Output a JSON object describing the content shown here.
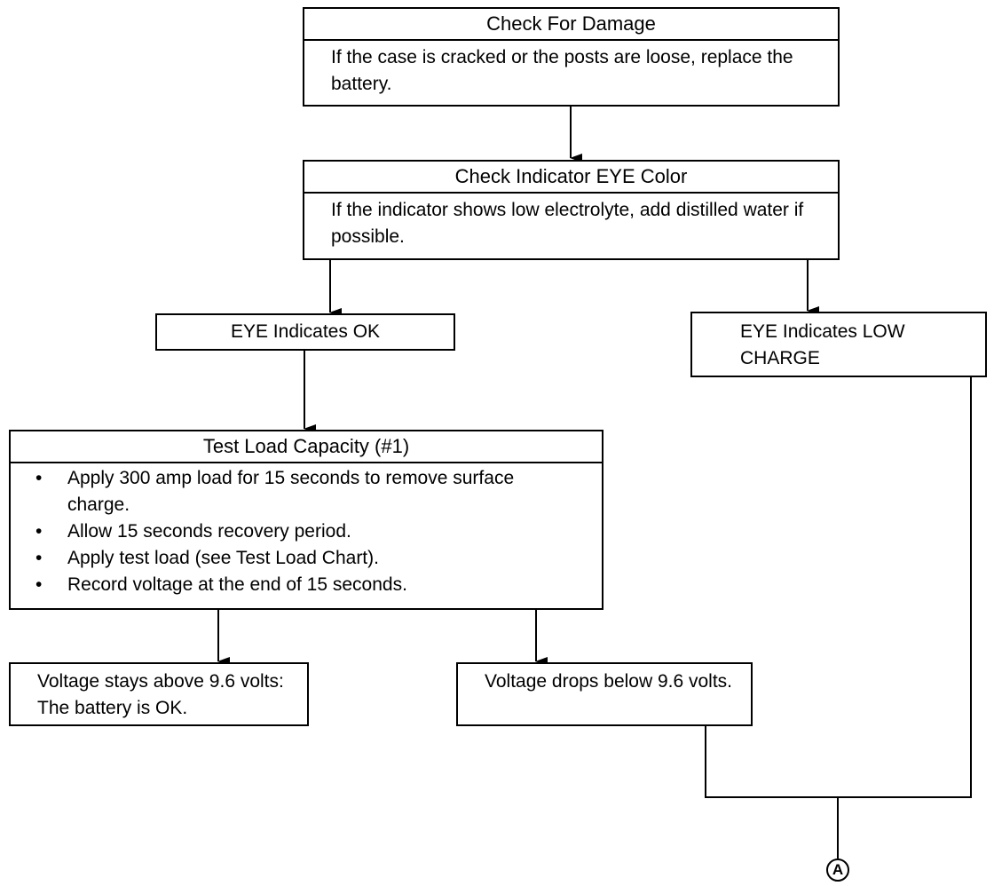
{
  "check_damage": {
    "title": "Check For Damage",
    "text": "If the case is cracked or the posts are loose, replace the battery."
  },
  "check_eye": {
    "title": "Check Indicator EYE Color",
    "text": "If the indicator shows low electrolyte, add distilled water if possible."
  },
  "eye_ok": {
    "label": "EYE Indicates OK"
  },
  "eye_low": {
    "label": "EYE Indicates LOW CHARGE"
  },
  "load_test": {
    "title": "Test Load Capacity (#1)",
    "steps": [
      "Apply 300 amp load for 15 seconds to remove surface charge.",
      "Allow 15 seconds recovery period.",
      "Apply test load (see Test Load Chart).",
      "Record voltage at the end of 15 seconds."
    ]
  },
  "voltage_ok": {
    "label": "Voltage stays above 9.6 volts: The battery is OK."
  },
  "voltage_low": {
    "label": "Voltage drops below 9.6 volts."
  },
  "connector": {
    "label": "A"
  }
}
